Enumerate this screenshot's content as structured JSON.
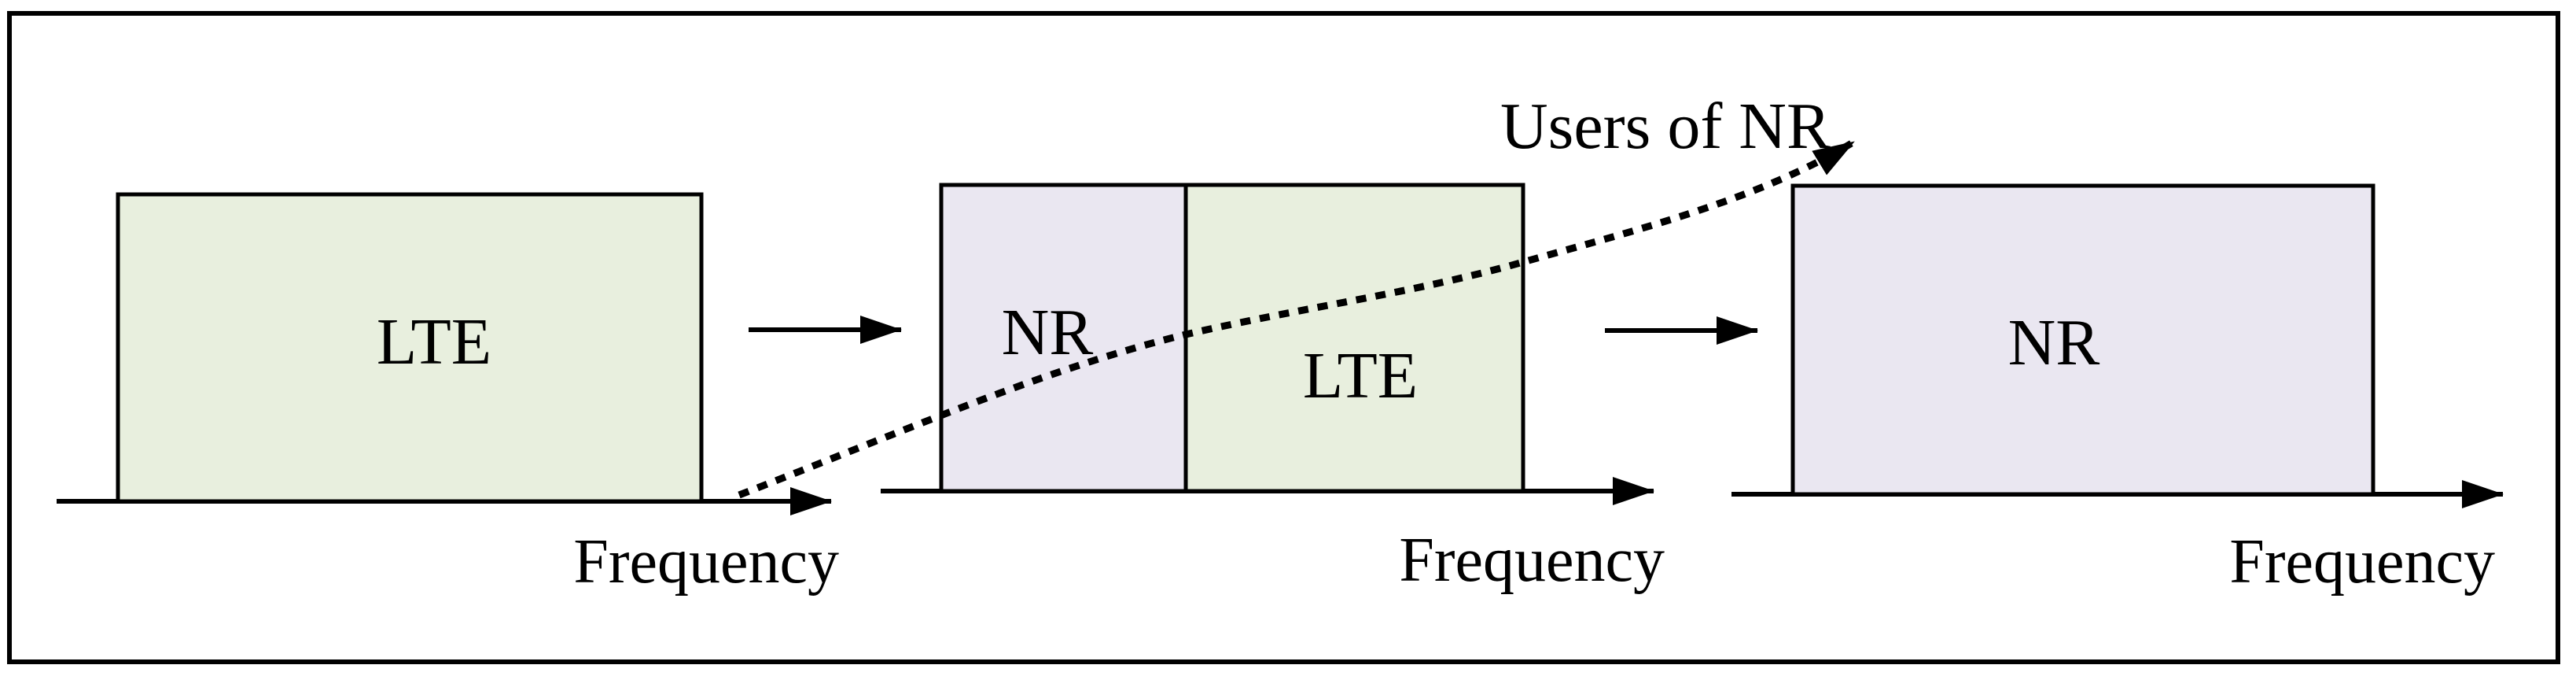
{
  "figure": {
    "annotation": {
      "label": "Users of NR"
    },
    "colors": {
      "lte_fill": "#e8efde",
      "nr_fill": "#eae7f1",
      "stroke": "#000000",
      "background": "#ffffff"
    },
    "stages": [
      {
        "id": "lte-only",
        "axis_label": "Frequency",
        "bands": [
          {
            "tech": "LTE",
            "fill_key": "lte_fill"
          }
        ]
      },
      {
        "id": "nr-lte-spectrum-sharing",
        "axis_label": "Frequency",
        "bands": [
          {
            "tech": "NR",
            "fill_key": "nr_fill"
          },
          {
            "tech": "LTE",
            "fill_key": "lte_fill"
          }
        ]
      },
      {
        "id": "nr-only",
        "axis_label": "Frequency",
        "bands": [
          {
            "tech": "NR",
            "fill_key": "nr_fill"
          }
        ]
      }
    ]
  }
}
